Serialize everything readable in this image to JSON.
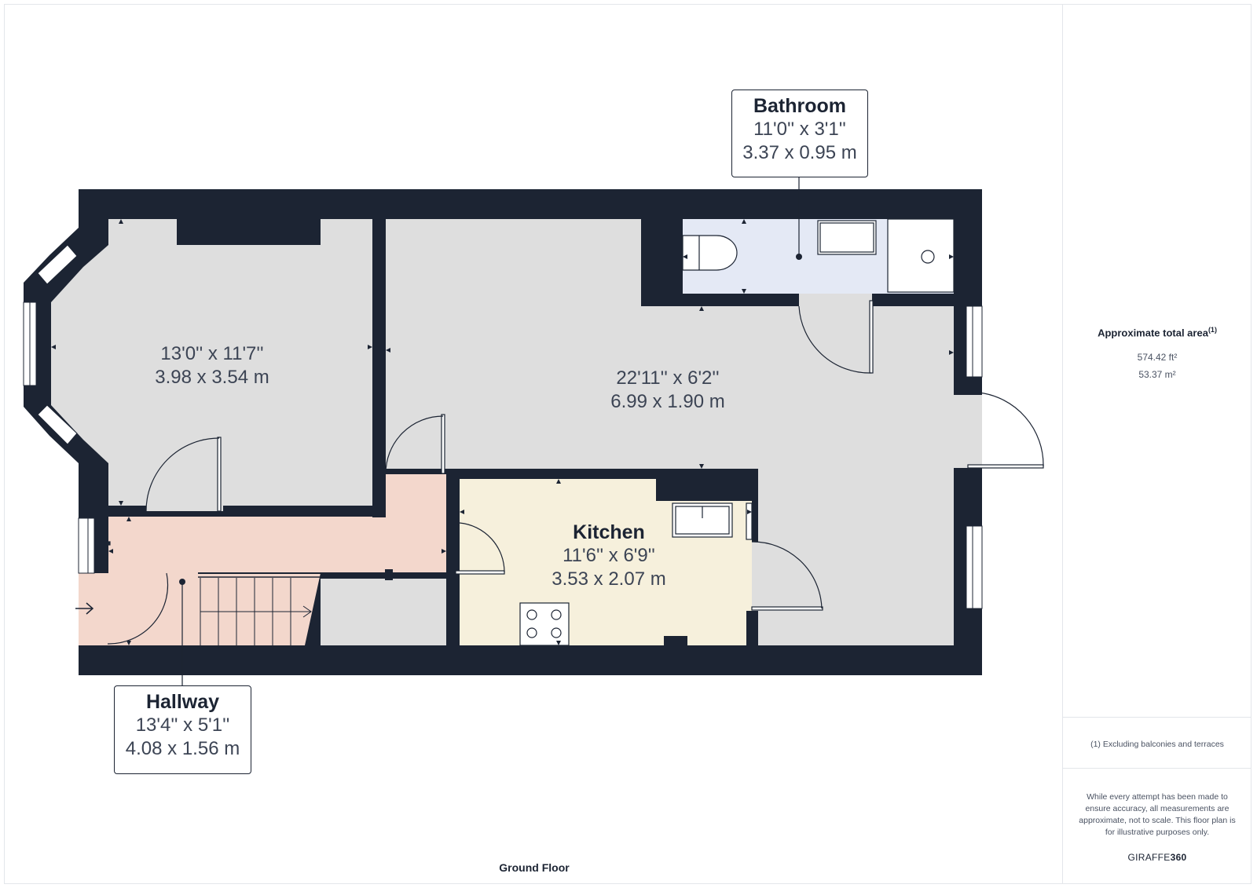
{
  "rooms": {
    "bathroom": {
      "name": "Bathroom",
      "dim_imperial": "11'0'' x 3'1''",
      "dim_metric": "3.37 x 0.95 m"
    },
    "front_room": {
      "dim_imperial": "13'0'' x 11'7''",
      "dim_metric": "3.98 x 3.54 m"
    },
    "rear_room": {
      "dim_imperial": "22'11'' x 6'2''",
      "dim_metric": "6.99 x 1.90 m"
    },
    "kitchen": {
      "name": "Kitchen",
      "dim_imperial": "11'6'' x 6'9''",
      "dim_metric": "3.53 x 2.07 m"
    },
    "hallway": {
      "name": "Hallway",
      "dim_imperial": "13'4'' x 5'1''",
      "dim_metric": "4.08 x 1.56 m"
    }
  },
  "floor_name": "Ground Floor",
  "sidebar": {
    "area_title": "Approximate total area",
    "area_note_mark": "(1)",
    "area_ft": "574.42 ft²",
    "area_m": "53.37 m²",
    "footnote": "(1) Excluding balconies and terraces",
    "disclaimer": "While every attempt has been made to ensure accuracy, all measurements are approximate, not to scale. This floor plan is for illustrative purposes only.",
    "brand_a": "GIRAFFE",
    "brand_b": "360"
  },
  "colors": {
    "wall": "#1c2433",
    "floor_grey": "#dedede",
    "hallway": "#f3d7cc",
    "kitchen": "#f6f0dc",
    "bathroom": "#e4e9f5"
  }
}
